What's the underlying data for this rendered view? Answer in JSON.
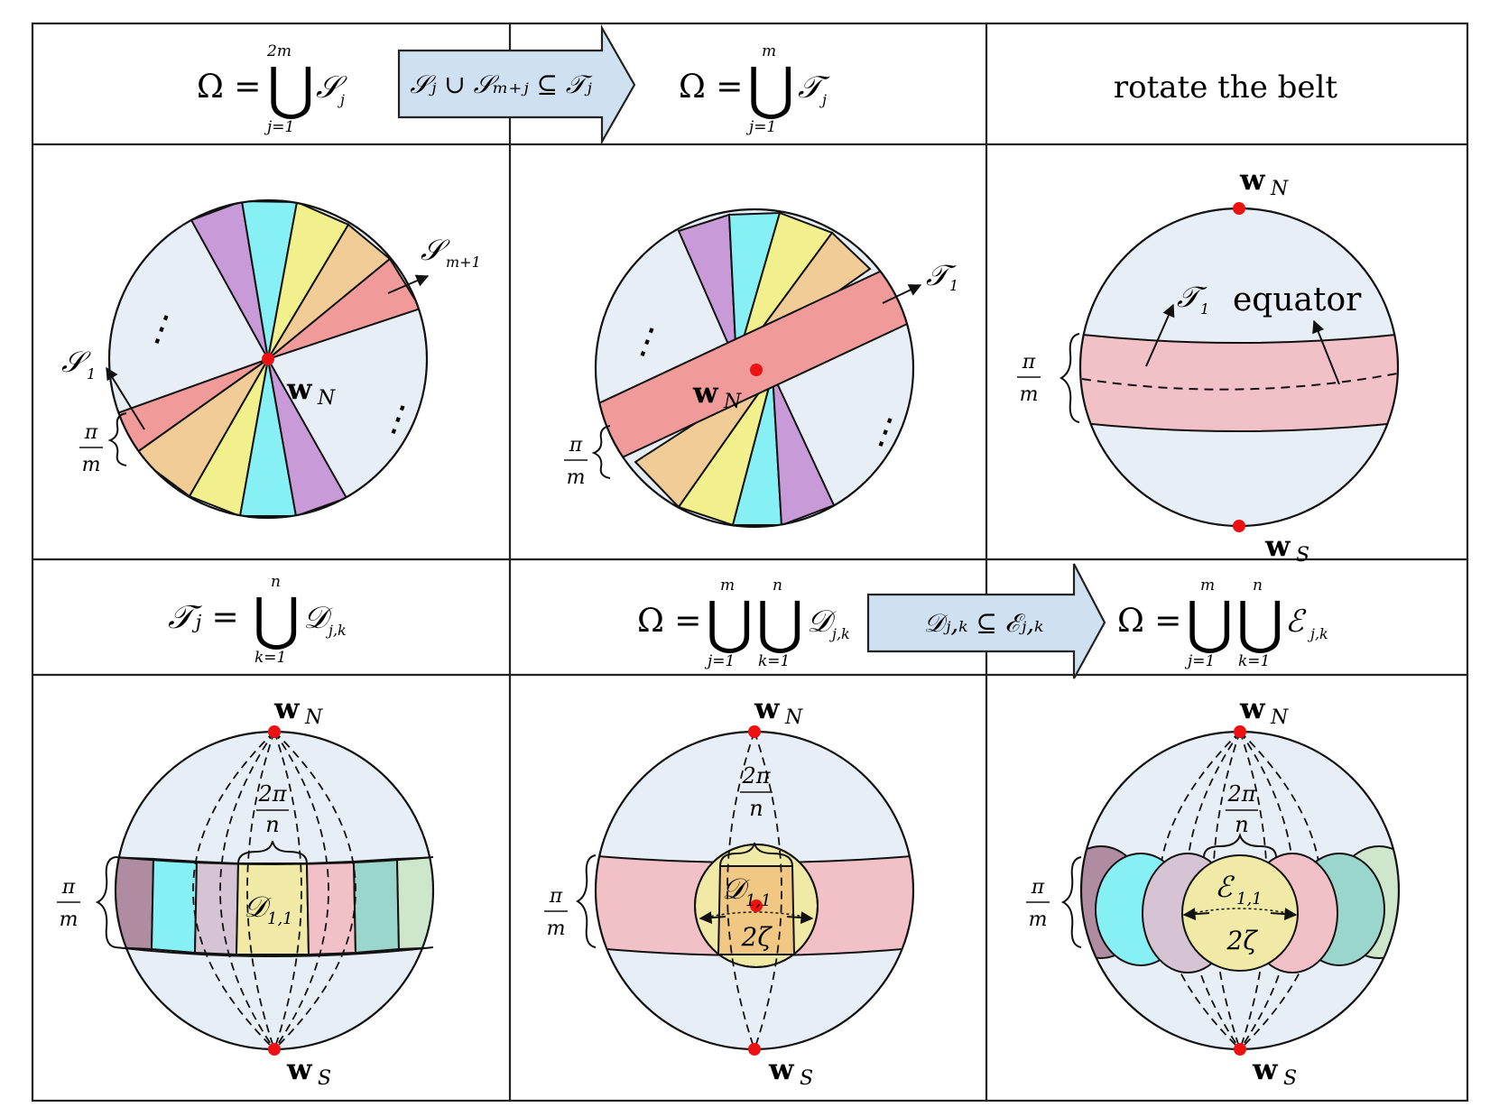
{
  "formulas": {
    "omega_s": {
      "lhs": "Ω =",
      "op": "⋃",
      "sup": "2m",
      "sub": "j=1",
      "term": "𝒮",
      "term_sub": "j"
    },
    "arrow1": {
      "text": "𝒮ⱼ ∪ 𝒮ₘ₊ⱼ ⊆ 𝒯ⱼ"
    },
    "omega_t": {
      "lhs": "Ω =",
      "op": "⋃",
      "sup": "m",
      "sub": "j=1",
      "term": "𝒯",
      "term_sub": "j"
    },
    "rotate": {
      "text": "rotate the belt"
    },
    "t_d": {
      "lhs": "𝒯ⱼ =",
      "op": "⋃",
      "sup": "n",
      "sub": "k=1",
      "term": "𝒟",
      "term_sub": "j,k"
    },
    "omega_d": {
      "lhs": "Ω =",
      "op": "⋃",
      "sup1": "m",
      "sub1": "j=1",
      "sup2": "n",
      "sub2": "k=1",
      "term": "𝒟",
      "term_sub": "j,k"
    },
    "arrow2": {
      "text": "𝒟ⱼ,ₖ ⊆ ℰⱼ,ₖ"
    },
    "omega_e": {
      "lhs": "Ω =",
      "op": "⋃",
      "sup1": "m",
      "sub1": "j=1",
      "sup2": "n",
      "sub2": "k=1",
      "term": "ℰ",
      "term_sub": "j,k"
    }
  },
  "labels": {
    "w": "w",
    "n_sub": "N",
    "s_sub": "S",
    "s1": "𝒮",
    "s1_sub": "1",
    "sm1": "𝒮",
    "sm1_sub": "m+1",
    "t1": "𝒯",
    "t1_sub": "1",
    "equator": "equator",
    "pi": "π",
    "m": "m",
    "two_pi": "2π",
    "n": "n",
    "d11": "𝒟",
    "d11_sub": "1,1",
    "e11": "ℰ",
    "e11_sub": "1,1",
    "two_zeta": "2ζ",
    "dots": "⋮"
  },
  "colors": {
    "sphere_fill": "#e8eef6",
    "red_belt": "#f09a9a",
    "pink_belt": "#f2c1c7",
    "purple": "#c89ad8",
    "cyan": "#86f0f4",
    "yellow": "#f2f08c",
    "orange": "#f1cc96",
    "arrow_fill": "#cfe0f0",
    "dot": "#ee1111",
    "mauve": "#b08ca0",
    "teal": "#9ad6cc",
    "lilac": "#d6c4d4",
    "pale_green": "#cde6cc",
    "pale_yellow": "#f1eaa6",
    "sand": "#f0c884"
  }
}
